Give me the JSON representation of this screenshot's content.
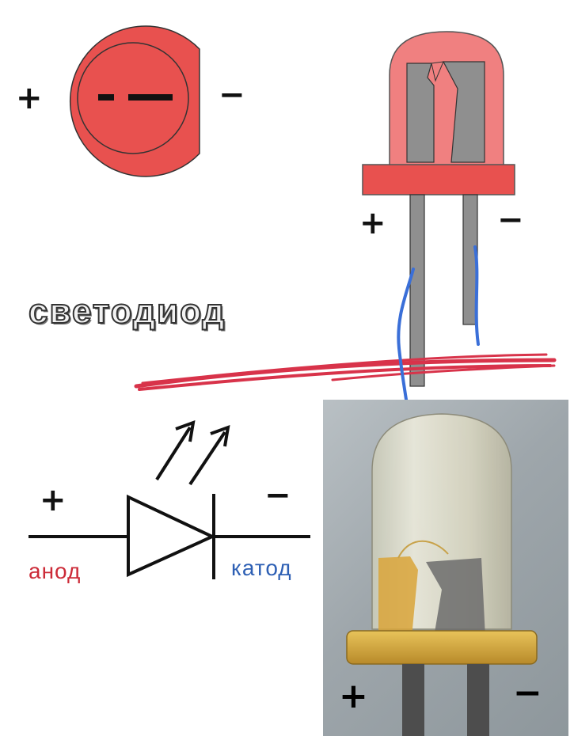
{
  "labels": {
    "plus": "+",
    "minus": "−",
    "title": "светодиод",
    "anode": "анод",
    "cathode": "катод"
  },
  "colors": {
    "led_red": "#e8514f",
    "led_pink": "#f08080",
    "lead_gray": "#8f8f8f",
    "anode_text": "#cc2b38",
    "cathode_text": "#2d5fb4",
    "annotation_blue": "#3a6fd8",
    "annotation_red": "#d8334a"
  }
}
